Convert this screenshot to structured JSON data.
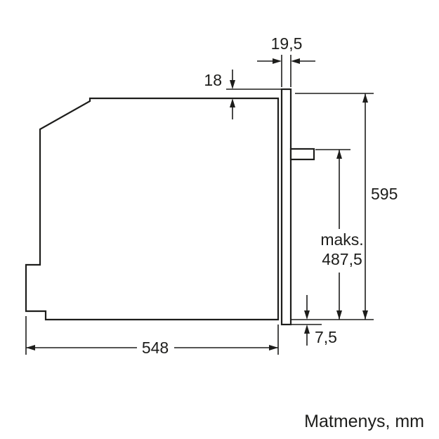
{
  "diagram": {
    "unit_note": "Matmenys, mm",
    "labels": {
      "door_thickness": "19,5",
      "top_offset": "18",
      "total_height": "595",
      "max_prefix": "maks.",
      "max_value": "487,5",
      "bottom_overhang": "7,5",
      "depth": "548"
    },
    "colors": {
      "line": "#1d1d1b",
      "background": "#ffffff"
    }
  }
}
